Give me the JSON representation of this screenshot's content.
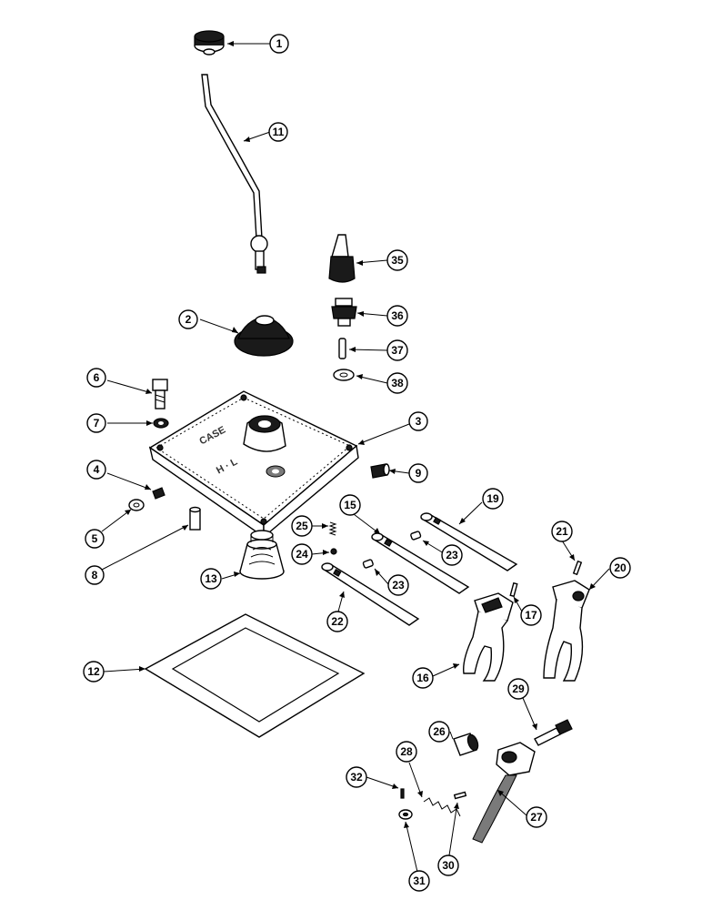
{
  "callouts": [
    {
      "key": "c1",
      "label": "1"
    },
    {
      "key": "c11",
      "label": "11"
    },
    {
      "key": "c35",
      "label": "35"
    },
    {
      "key": "c2",
      "label": "2"
    },
    {
      "key": "c36",
      "label": "36"
    },
    {
      "key": "c37",
      "label": "37"
    },
    {
      "key": "c38",
      "label": "38"
    },
    {
      "key": "c6",
      "label": "6"
    },
    {
      "key": "c3",
      "label": "3"
    },
    {
      "key": "c7",
      "label": "7"
    },
    {
      "key": "c9",
      "label": "9"
    },
    {
      "key": "c4",
      "label": "4"
    },
    {
      "key": "c19",
      "label": "19"
    },
    {
      "key": "c15",
      "label": "15"
    },
    {
      "key": "c5",
      "label": "5"
    },
    {
      "key": "c25",
      "label": "25"
    },
    {
      "key": "c21",
      "label": "21"
    },
    {
      "key": "c23a",
      "label": "23"
    },
    {
      "key": "c8",
      "label": "8"
    },
    {
      "key": "c24",
      "label": "24"
    },
    {
      "key": "c20",
      "label": "20"
    },
    {
      "key": "c13",
      "label": "13"
    },
    {
      "key": "c23b",
      "label": "23"
    },
    {
      "key": "c17",
      "label": "17"
    },
    {
      "key": "c22",
      "label": "22"
    },
    {
      "key": "c12",
      "label": "12"
    },
    {
      "key": "c16",
      "label": "16"
    },
    {
      "key": "c29",
      "label": "29"
    },
    {
      "key": "c26",
      "label": "26"
    },
    {
      "key": "c28",
      "label": "28"
    },
    {
      "key": "c32",
      "label": "32"
    },
    {
      "key": "c27",
      "label": "27"
    },
    {
      "key": "c30",
      "label": "30"
    },
    {
      "key": "c31",
      "label": "31"
    }
  ],
  "cover_casting_text": "CASE"
}
